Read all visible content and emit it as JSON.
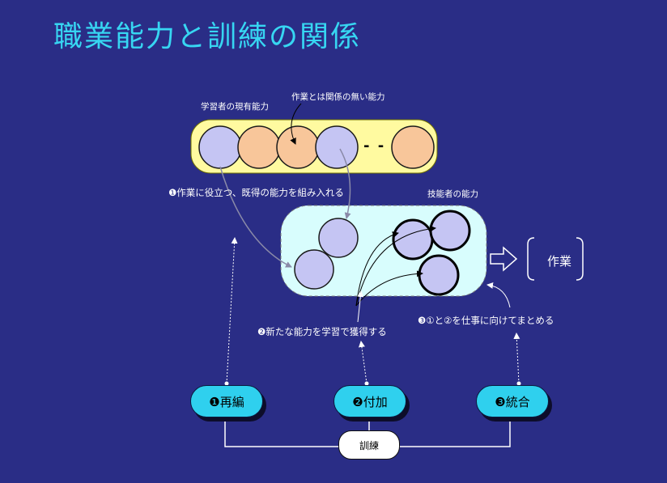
{
  "title": "職業能力と訓練の関係",
  "labels": {
    "existing_ability": "学習者の現有能力",
    "unrelated_ability": "作業とは関係の無い能力",
    "dash": "- -",
    "incorporate": "❶作業に役立つ、既得の能力を組み入れる",
    "skilled_ability": "技能者の能力",
    "new_ability": "❷新たな能力を学習で獲得する",
    "integrate_note": "❸①と②を仕事に向けてまとめる",
    "work": "作業"
  },
  "buttons": {
    "reorganize": "❶再編",
    "add": "❷付加",
    "integrate": "❸統合",
    "training": "訓練"
  },
  "colors": {
    "background": "#2a2d86",
    "title": "#37d6f2",
    "learner_box": "#fffaa0",
    "skill_box": "#d8fdfd",
    "lavender": "#c5c5f3",
    "orange": "#f8c69a",
    "button": "#2fd0ee"
  }
}
